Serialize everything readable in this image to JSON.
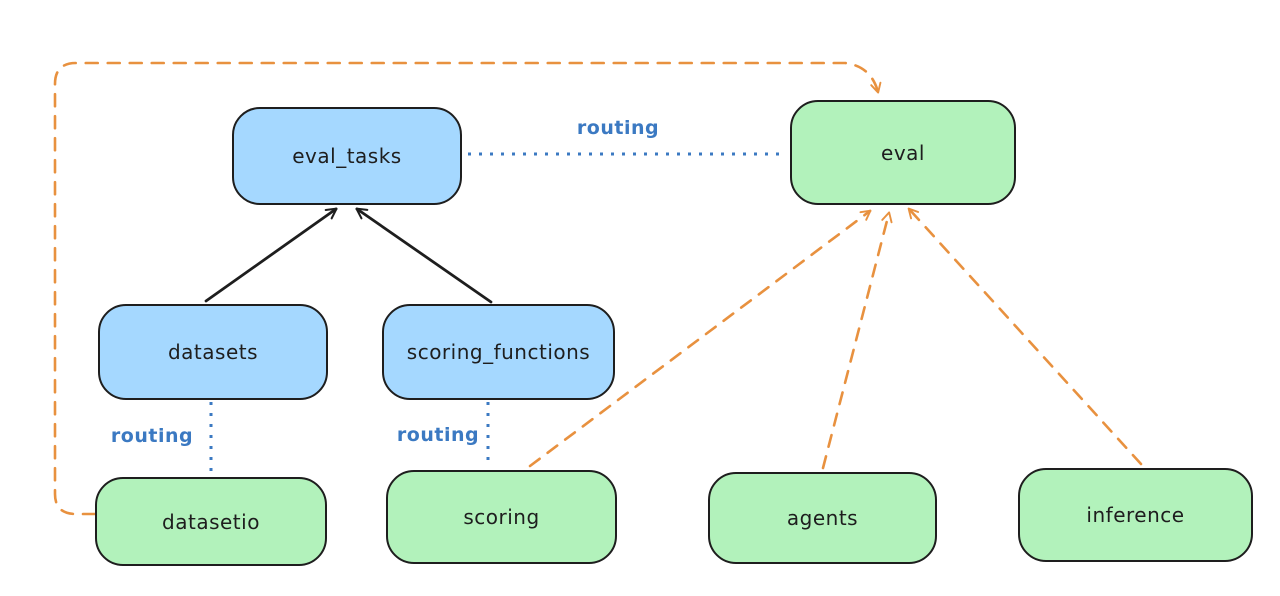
{
  "diagram": {
    "background": "#ffffff",
    "colors": {
      "blue_node_fill": "#a5d8ff",
      "green_node_fill": "#b2f2bb",
      "node_stroke": "#1e1e1e",
      "orange_dashed": "#e8913f",
      "routing_blue": "#3b79c2",
      "black_arrow": "#1e1e1e"
    },
    "nodes": {
      "eval_tasks": {
        "label": "eval_tasks",
        "fill": "blue"
      },
      "eval": {
        "label": "eval",
        "fill": "green"
      },
      "datasets": {
        "label": "datasets",
        "fill": "blue"
      },
      "scoring_functions": {
        "label": "scoring_functions",
        "fill": "blue"
      },
      "datasetio": {
        "label": "datasetio",
        "fill": "green"
      },
      "scoring": {
        "label": "scoring",
        "fill": "green"
      },
      "agents": {
        "label": "agents",
        "fill": "green"
      },
      "inference": {
        "label": "inference",
        "fill": "green"
      }
    },
    "routing_labels": {
      "eval_tasks_to_eval": "routing",
      "datasets_to_datasetio": "routing",
      "scoring_functions_to_scoring": "routing"
    },
    "edges": [
      {
        "from": "datasets",
        "to": "eval_tasks",
        "style": "solid-black-arrow"
      },
      {
        "from": "scoring_functions",
        "to": "eval_tasks",
        "style": "solid-black-arrow"
      },
      {
        "from": "eval_tasks",
        "to": "eval",
        "style": "dotted-blue",
        "label": "routing"
      },
      {
        "from": "datasets",
        "to": "datasetio",
        "style": "dotted-blue",
        "label": "routing"
      },
      {
        "from": "scoring_functions",
        "to": "scoring",
        "style": "dotted-blue",
        "label": "routing"
      },
      {
        "from": "datasetio",
        "to": "eval",
        "style": "dashed-orange-arrow",
        "path": "left-and-over-top"
      },
      {
        "from": "scoring",
        "to": "eval",
        "style": "dashed-orange-arrow"
      },
      {
        "from": "agents",
        "to": "eval",
        "style": "dashed-orange-arrow"
      },
      {
        "from": "inference",
        "to": "eval",
        "style": "dashed-orange-arrow"
      }
    ]
  }
}
